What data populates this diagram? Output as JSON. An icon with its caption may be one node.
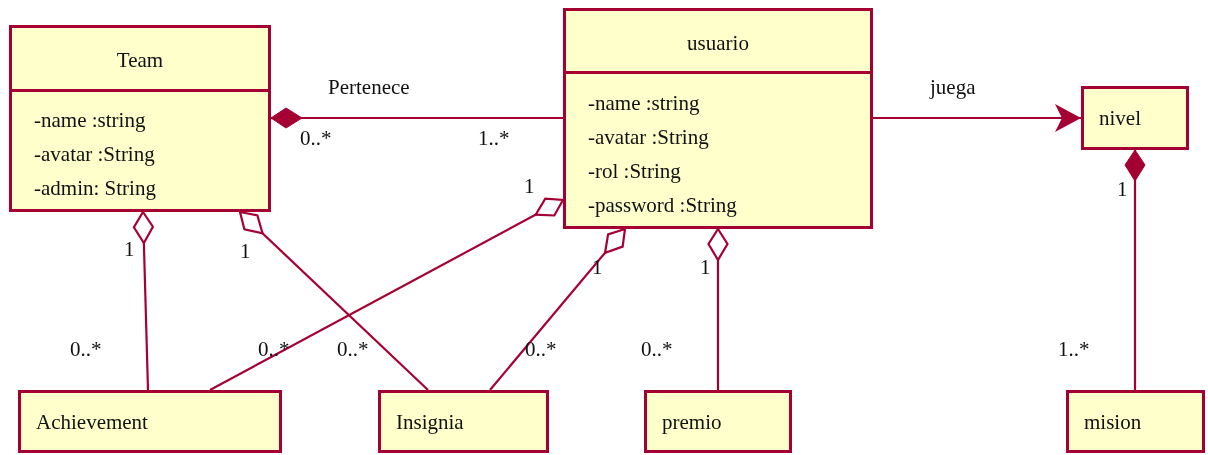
{
  "diagram": {
    "nodes": [
      {
        "text": [
          "Team",
          "-name :string",
          "-avatar :String",
          "-admin: String"
        ]
      },
      {
        "text": [
          "usuario",
          "-name :string",
          "-avatar :String",
          "-rol :String",
          "-password :String"
        ]
      },
      {
        "text": [
          "nivel"
        ]
      },
      {
        "text": [
          "Achievement"
        ]
      },
      {
        "text": [
          "Insignia"
        ]
      },
      {
        "text": [
          "premio"
        ]
      },
      {
        "text": [
          "mision"
        ]
      }
    ],
    "edges": [
      {
        "from": 0,
        "to": 1,
        "arrow": "other",
        "label": "Pertenece"
      },
      {
        "from": 1,
        "to": 2,
        "arrow": "to",
        "label": "juega"
      },
      {
        "from": 0,
        "to": 3,
        "arrow": "other"
      },
      {
        "from": 0,
        "to": 4,
        "arrow": "other"
      },
      {
        "from": 1,
        "to": 3,
        "arrow": "other"
      },
      {
        "from": 1,
        "to": 4,
        "arrow": "other"
      },
      {
        "from": 1,
        "to": 5,
        "arrow": "other"
      },
      {
        "from": 2,
        "to": 6,
        "arrow": "other"
      }
    ],
    "labels": [
      "0..*",
      "1..*",
      "1",
      "1",
      "1",
      "1",
      "1",
      "1",
      "0..*",
      "0..*",
      "0..*",
      "0..*",
      "0..*",
      "1..*"
    ]
  }
}
